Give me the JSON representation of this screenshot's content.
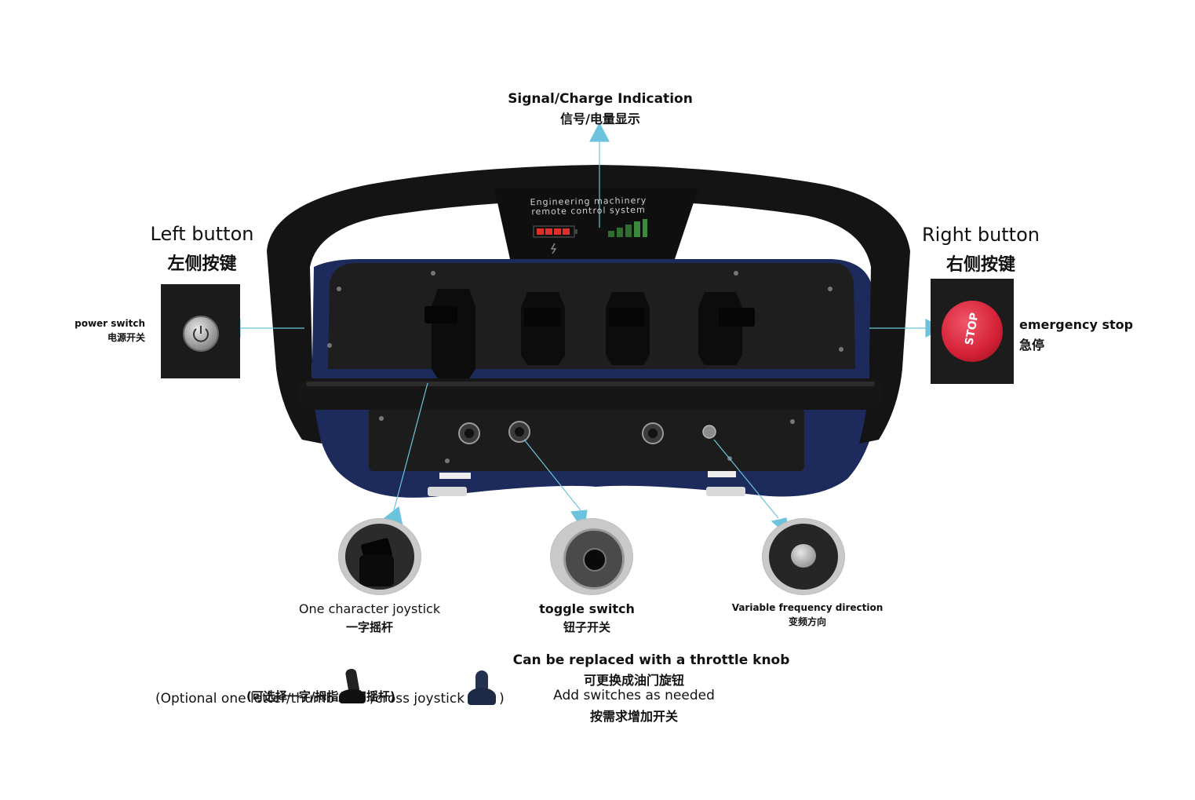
{
  "colors": {
    "arrow": "#6cc3dd",
    "housing_blue": "#1d2a5c",
    "handle_black": "#141414",
    "panel_black": "#1c1c1c",
    "stop_red": "#d42035",
    "battery_red": "#e0302a",
    "signal_green": "#3a8c3a"
  },
  "top_indicator": {
    "en": "Signal/Charge Indication",
    "cn": "信号/电量显示"
  },
  "device": {
    "panel_line1": "Engineering machinery",
    "panel_line2": "remote control system"
  },
  "left_button": {
    "title_en": "Left button",
    "title_cn": "左侧按键",
    "label_en": "power switch",
    "label_cn": "电源开关",
    "icon": "power-icon"
  },
  "right_button": {
    "title_en": "Right button",
    "title_cn": "右侧按键",
    "label_en": "emergency stop",
    "label_cn": "急停",
    "stop_text": "STOP"
  },
  "callouts": {
    "joystick": {
      "en": "One character joystick",
      "cn": "一字摇杆"
    },
    "toggle": {
      "en": "toggle switch",
      "cn": "钮子开关"
    },
    "vfd": {
      "en": "Variable frequency direction",
      "cn": "变频方向"
    }
  },
  "notes": {
    "optional_part1": "(Optional one letter/thumb",
    "optional_part2": "/cross joystick",
    "optional_part3": ")",
    "optional_cn": "(可选择一字/拇指/十字摇杆)",
    "throttle_en": "Can be replaced with a throttle knob",
    "throttle_cn": "可更换成油门旋钮",
    "add_en": "Add switches as needed",
    "add_cn": "按需求增加开关"
  }
}
